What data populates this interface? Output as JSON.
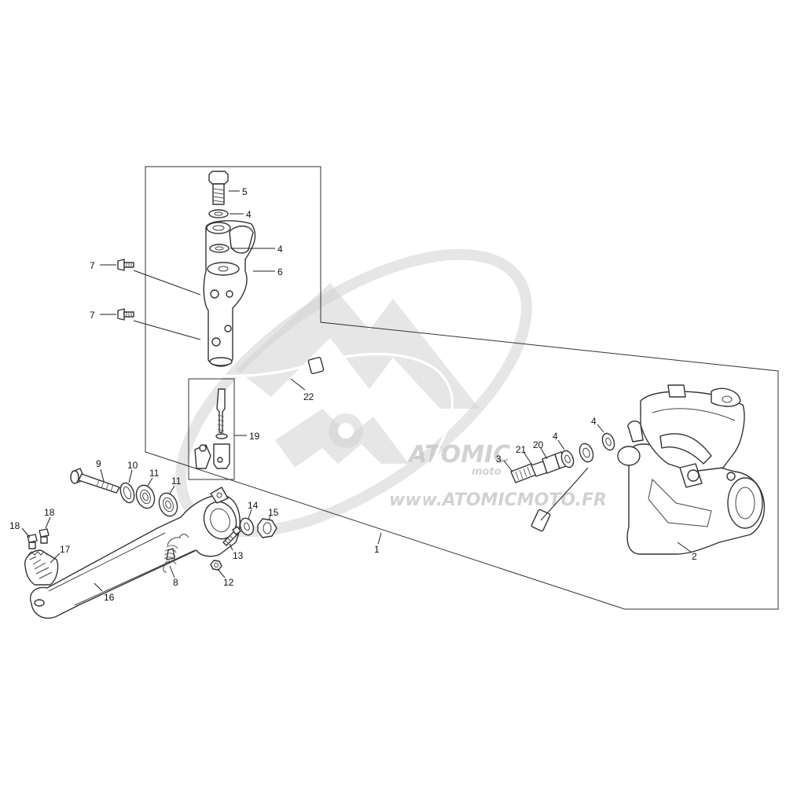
{
  "watermark": {
    "brand": "ATOMIC",
    "sub": "moto",
    "url": "www.ATOMICMOTO.FR"
  },
  "callouts": [
    {
      "id": "c5",
      "label": "5"
    },
    {
      "id": "c4a",
      "label": "4"
    },
    {
      "id": "c4b",
      "label": "4"
    },
    {
      "id": "c6",
      "label": "6"
    },
    {
      "id": "c7a",
      "label": "7"
    },
    {
      "id": "c7b",
      "label": "7"
    },
    {
      "id": "c22",
      "label": "22"
    },
    {
      "id": "c19",
      "label": "19"
    },
    {
      "id": "c4c",
      "label": "4"
    },
    {
      "id": "c4d",
      "label": "4"
    },
    {
      "id": "c20",
      "label": "20"
    },
    {
      "id": "c21",
      "label": "21"
    },
    {
      "id": "c3",
      "label": "3"
    },
    {
      "id": "c2",
      "label": "2"
    },
    {
      "id": "c1",
      "label": "1"
    },
    {
      "id": "c9",
      "label": "9"
    },
    {
      "id": "c10",
      "label": "10"
    },
    {
      "id": "c11a",
      "label": "11"
    },
    {
      "id": "c11b",
      "label": "11"
    },
    {
      "id": "c14",
      "label": "14"
    },
    {
      "id": "c15",
      "label": "15"
    },
    {
      "id": "c13",
      "label": "13"
    },
    {
      "id": "c12",
      "label": "12"
    },
    {
      "id": "c8",
      "label": "8"
    },
    {
      "id": "c16",
      "label": "16"
    },
    {
      "id": "c17",
      "label": "17"
    },
    {
      "id": "c18a",
      "label": "18"
    },
    {
      "id": "c18b",
      "label": "18"
    }
  ]
}
